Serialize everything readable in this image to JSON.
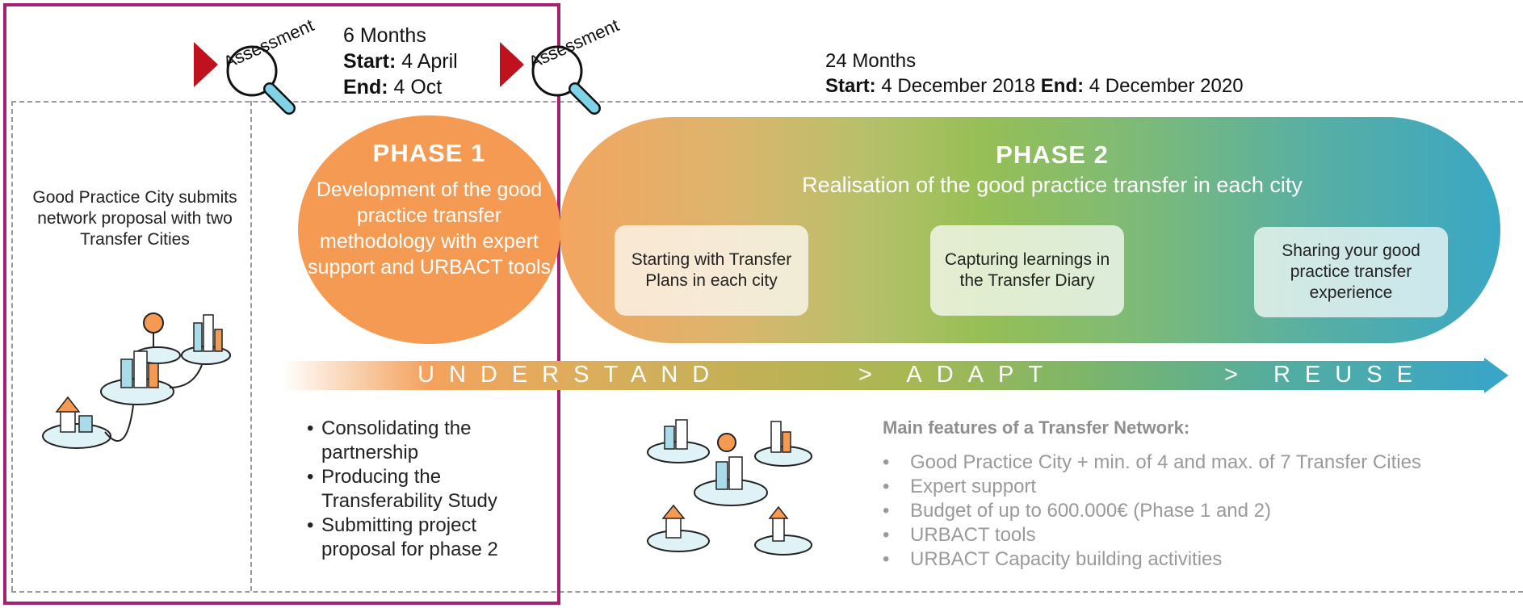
{
  "assessment_label": "Assessment",
  "phase1_header": {
    "duration": "6 Months",
    "start_label": "Start:",
    "start_value": " 4 April",
    "end_label": "End:",
    "end_value": " 4 Oct"
  },
  "phase2_header": {
    "duration": "24 Months",
    "start_label": "Start:",
    "start_value": " 4 December 2018 ",
    "end_label": "End:",
    "end_value": " 4 December 2020"
  },
  "good_practice_city_text": "Good Practice City submits network proposal with two Transfer Cities",
  "phase1": {
    "title": "PHASE 1",
    "description": "Development of the good practice transfer methodology with expert support and URBACT tools",
    "bullets": [
      "Consolidating the partnership",
      "Producing the Transferability Study",
      "Submitting project proposal for phase 2"
    ]
  },
  "phase2": {
    "title": "PHASE 2",
    "subtitle": "Realisation of the good practice transfer in each city",
    "boxes": [
      "Starting with Transfer Plans in each city",
      "Capturing learnings in the Transfer Diary",
      "Sharing your good practice transfer experience"
    ]
  },
  "band": {
    "understand": "UNDERSTAND",
    "adapt": "> ADAPT",
    "reuse": "> REUSE"
  },
  "features": {
    "title": "Main features of a Transfer Network:",
    "items": [
      "Good Practice City + min. of 4 and max. of 7 Transfer Cities",
      "Expert support",
      "Budget of up to 600.000€ (Phase 1 and 2)",
      "URBACT tools",
      "URBACT Capacity building activities"
    ]
  },
  "colors": {
    "highlight_frame": "#a3216f",
    "phase1": "#f49a52",
    "flag": "#c0121e",
    "magnifier": "#7fd3e6",
    "features_text": "#9a9a9a"
  },
  "icons": [
    "assessment-magnifier-icon",
    "flag-icon",
    "city-network-illustration"
  ]
}
